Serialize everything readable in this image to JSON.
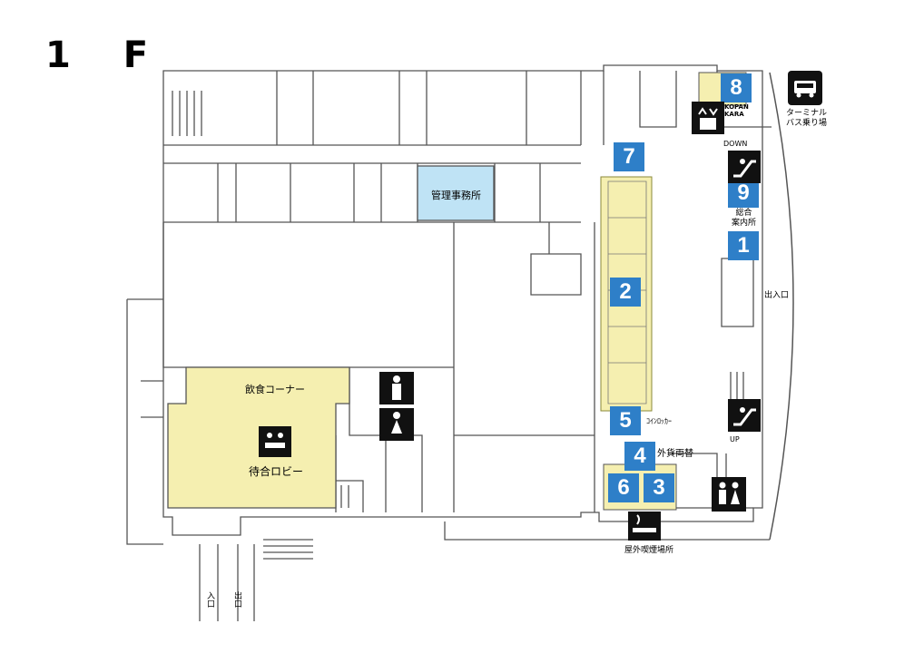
{
  "floor": {
    "title": "1 F"
  },
  "rooms": {
    "office": "管理事務所",
    "food_corner": "飲食コーナー",
    "waiting_lobby": "待合ロビー",
    "coin_locker": "ｺｲﾝﾛｯｶｰ",
    "currency_exchange": "外貨両替",
    "info_center": "総合\n案内所",
    "smoking_area": "屋外喫煙場所",
    "entrance": "出入口",
    "bus_terminal": "ターミナル\nバス乗り場",
    "kopankara": "KOPAN\nKARA",
    "down": "DOWN",
    "up": "UP",
    "entry_path": "入口",
    "exit_path": "出口"
  },
  "markers": [
    "1",
    "2",
    "3",
    "4",
    "5",
    "6",
    "7",
    "8",
    "9"
  ],
  "icons": [
    "bus-icon",
    "elevator-icon",
    "escalator-icon",
    "restroom-icon",
    "smoking-icon",
    "waiting-seat-icon"
  ],
  "colors": {
    "marker": "#2e7fc8",
    "highlight_yellow": "#f5efb0",
    "highlight_blue": "#bfe3f5",
    "wall": "#555555"
  }
}
